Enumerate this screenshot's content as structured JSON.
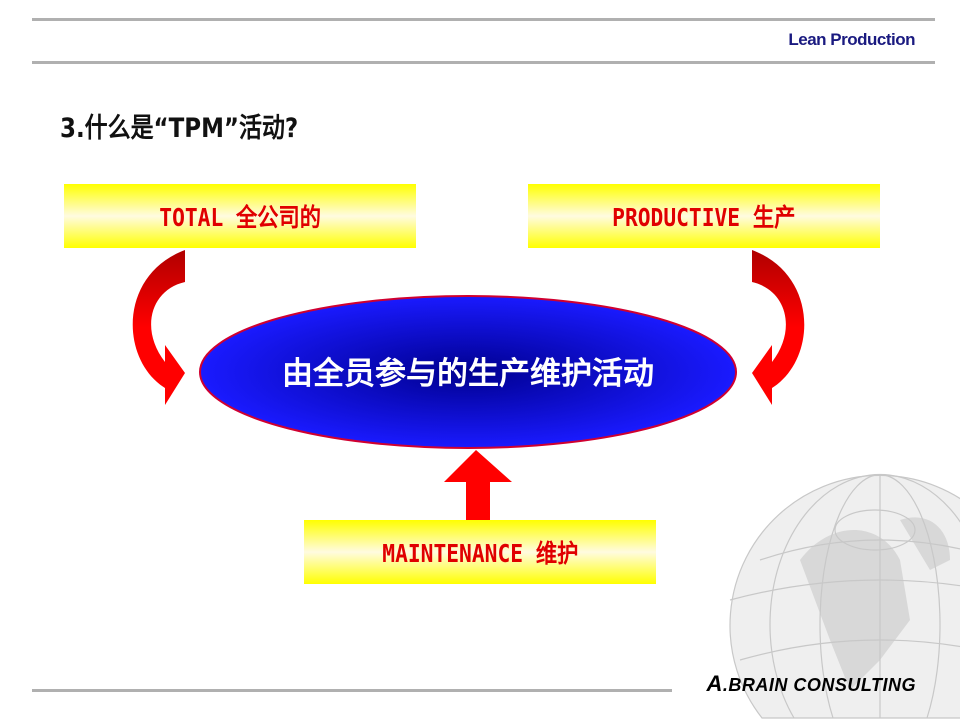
{
  "header": {
    "title": "Lean Production"
  },
  "slide": {
    "title": "3.什么是“TPM”活动?"
  },
  "boxes": {
    "total": "TOTAL 全公司的",
    "productive": "PRODUCTIVE 生产",
    "maintenance": "MAINTENANCE 维护"
  },
  "center": {
    "text": "由全员参与的生产维护活动"
  },
  "footer": {
    "brand_initial": "A",
    "brand_rest": ".BRAIN CONSULTING"
  },
  "colors": {
    "box_fill": "#ffff00",
    "box_text": "#e00000",
    "ellipse": "#1010e0",
    "arrow": "#ff0000",
    "header_text": "#1a1a80"
  }
}
